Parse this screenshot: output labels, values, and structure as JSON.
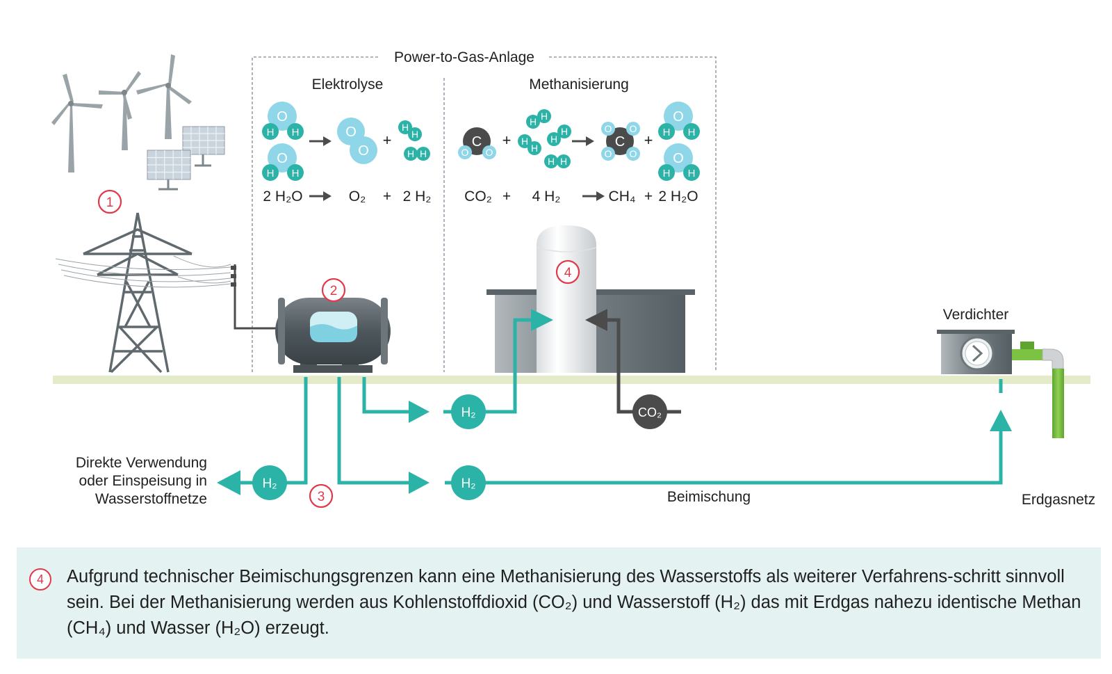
{
  "plant_frame_label": "Power-to-Gas-Anlage",
  "sections": {
    "electrolysis_title": "Elektrolyse",
    "methanation_title": "Methanisierung"
  },
  "equations": {
    "electrolysis": {
      "reactant": "2 H₂O",
      "product_1": "O₂",
      "plus": "+",
      "product_2": "2 H₂"
    },
    "methanation": {
      "reactant_1": "CO₂",
      "plus_1": "+",
      "reactant_2": "4 H₂",
      "product_1": "CH₄",
      "plus_2": "+",
      "product_2": "2 H₂O"
    }
  },
  "atoms": {
    "H": "H",
    "O": "O",
    "C": "C"
  },
  "molecule_plus": "+",
  "badges": {
    "step_1": "1",
    "step_2": "2",
    "step_3": "3",
    "step_4": "4"
  },
  "labels": {
    "direct_use_line1": "Direkte Verwendung",
    "direct_use_line2": "oder Einspeisung in",
    "direct_use_line3": "Wasserstoffnetze",
    "blending": "Beimischung",
    "compressor": "Verdichter",
    "gas_grid": "Erdgasnetz"
  },
  "flow_nodes": {
    "h2_direct": "H₂",
    "h2_methanation": "H₂",
    "h2_blending": "H₂",
    "co2_input": "CO₂"
  },
  "note": {
    "badge": "4",
    "text": "Aufgrund technischer Beimischungsgrenzen kann eine Methanisierung des Wasserstoffs als weiterer Verfahrens-schritt sinnvoll sein. Bei der Methanisierung werden aus Kohlenstoffdioxid (CO₂) und Wasserstoff (H₂) das mit Erdgas nahezu identische Methan (CH₄) und Wasser (H₂O) erzeugt."
  },
  "colors": {
    "teal": "#2bb3a8",
    "light_blue": "#8fd6e8",
    "dark_gray": "#4b4b4b",
    "badge_red": "#e0394a",
    "ground": "#e3ebc9",
    "grid_pipe_green": "#7cc243",
    "note_background": "#e4f2f1"
  }
}
